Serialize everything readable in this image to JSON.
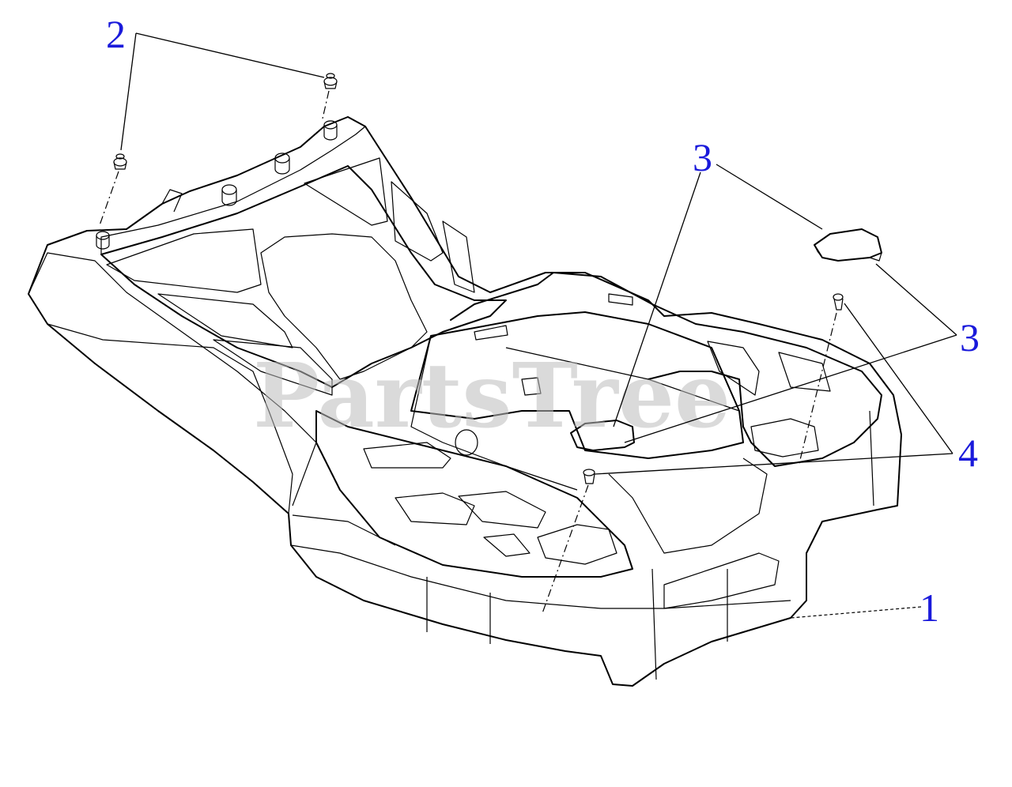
{
  "diagram": {
    "watermark": "PartsTree",
    "colors": {
      "callout": "#1a1adb",
      "line": "#000000",
      "watermark": "#bdbdbd",
      "background": "#ffffff"
    },
    "callouts": [
      {
        "id": "c2",
        "label": "2"
      },
      {
        "id": "c3a",
        "label": "3"
      },
      {
        "id": "c3b",
        "label": "3"
      },
      {
        "id": "c4",
        "label": "4"
      },
      {
        "id": "c1",
        "label": "1"
      }
    ]
  }
}
